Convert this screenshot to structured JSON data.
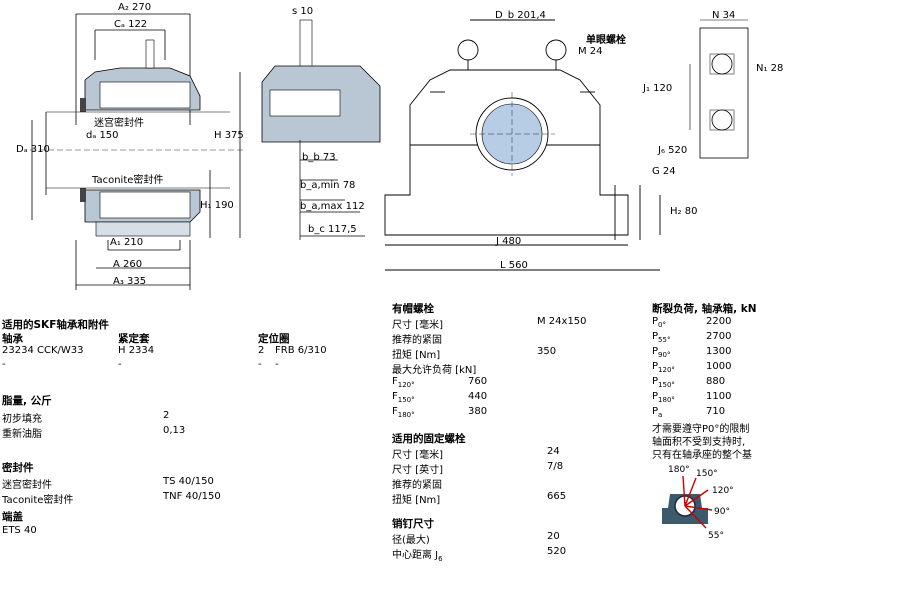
{
  "drawing": {
    "dimensions": {
      "a2": "A₂ 270",
      "ca": "Cₐ 122",
      "s": "s 10",
      "db": "D_b 201,4",
      "n": "N 34",
      "n1": "N₁ 28",
      "j1": "J₁ 120",
      "j6": "J₆ 520",
      "g": "G 24",
      "h2": "H₂ 80",
      "da_outer": "Dₐ 310",
      "da_inner": "dₐ 150",
      "h": "H 375",
      "h1": "H₁ 190",
      "a1": "A₁ 210",
      "a": "A 260",
      "a3": "A₃ 335",
      "bb": "b_b 73",
      "ba_min": "b_a,min 78",
      "ba_max": "b_a,max 112",
      "bc": "b_c 117,5",
      "j": "J 480",
      "l": "L 560"
    },
    "labels": {
      "labyrinth_seal": "迷宫密封件",
      "taconite_seal": "Taconite密封件",
      "eye_bolt": "单眼螺栓",
      "eye_bolt_size": "M 24"
    },
    "angle_labels": [
      "180°",
      "150°",
      "120°",
      "90°",
      "55°"
    ]
  },
  "bearing": {
    "title": "适用的SKF轴承和附件",
    "col_bearing": "轴承",
    "col_sleeve": "紧定套",
    "col_ring": "定位圈",
    "rows": [
      {
        "bearing": "23234 CCK/W33",
        "sleeve": "H 2334",
        "qty": "2",
        "ring": "FRB 6/310"
      },
      {
        "bearing": "-",
        "sleeve": "-",
        "qty": "-",
        "ring": "-"
      }
    ]
  },
  "grease": {
    "title": "脂量, 公斤",
    "initial_label": "初步填充",
    "initial_value": "2",
    "relub_label": "重新油脂",
    "relub_value": "0,13"
  },
  "seals": {
    "title": "密封件",
    "labyrinth_label": "迷宫密封件",
    "labyrinth_value": "TS 40/150",
    "taconite_label": "Taconite密封件",
    "taconite_value": "TNF 40/150"
  },
  "endcover": {
    "title": "端盖",
    "value": "ETS 40"
  },
  "cap_bolts": {
    "title": "有帽螺栓",
    "size_label": "尺寸 [毫米]",
    "size_value": "M 24x150",
    "torque_recommended": "推荐的紧固",
    "torque_label": "扭矩 [Nm]",
    "torque_value": "350",
    "maxload_label": "最大允许负荷 [kN]",
    "f120_label": "F",
    "f120_sub": "120°",
    "f120_value": "760",
    "f150_label": "F",
    "f150_sub": "150°",
    "f150_value": "440",
    "f180_label": "F",
    "f180_sub": "180°",
    "f180_value": "380"
  },
  "attach_bolts": {
    "title": "适用的固定螺栓",
    "size_mm_label": "尺寸 [毫米]",
    "size_mm_value": "24",
    "size_in_label": "尺寸 [英寸]",
    "size_in_value": "7/8",
    "torque_recommended": "推荐的紧固",
    "torque_label": "扭矩 [Nm]",
    "torque_value": "665"
  },
  "dowel": {
    "title": "销钉尺寸",
    "diam_label": "径(最大)",
    "diam_value": "20",
    "dist_label": "中心距离 J",
    "dist_sub": "6",
    "dist_value": "520"
  },
  "breaking": {
    "title": "断裂负荷, 轴承箱, kN",
    "rows": [
      {
        "label": "P",
        "sub": "0°",
        "value": "2200"
      },
      {
        "label": "P",
        "sub": "55°",
        "value": "2700"
      },
      {
        "label": "P",
        "sub": "90°",
        "value": "1300"
      },
      {
        "label": "P",
        "sub": "120°",
        "value": "1000"
      },
      {
        "label": "P",
        "sub": "150°",
        "value": "880"
      },
      {
        "label": "P",
        "sub": "180°",
        "value": "1100"
      },
      {
        "label": "P",
        "sub": "a",
        "value": "710"
      }
    ],
    "note1": "才需要遵守P0°的限制",
    "note2": "轴面积不受到支持时,",
    "note3": "只有在轴承座的整个基"
  }
}
